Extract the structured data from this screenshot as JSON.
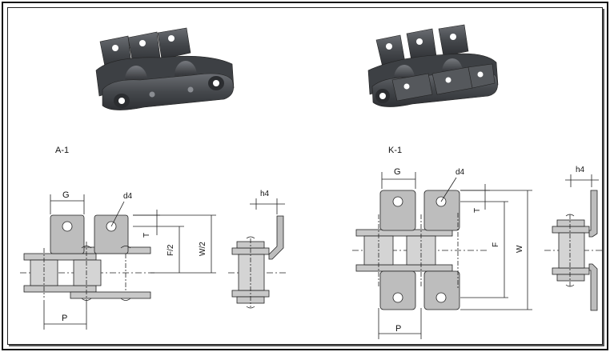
{
  "type_a": {
    "label": "A-1",
    "dims": {
      "g": "G",
      "d4": "d4",
      "t": "T",
      "f_half": "F/2",
      "w_half": "W/2",
      "h4": "h4",
      "p": "P"
    }
  },
  "type_k": {
    "label": "K-1",
    "dims": {
      "g": "G",
      "d4": "d4",
      "t": "T",
      "f": "F",
      "w": "W",
      "h4": "h4",
      "p": "P"
    }
  },
  "colors": {
    "plate": "#b8b8b8",
    "roller": "#d0d0d0",
    "metal_dark": "#4a4c50",
    "line": "#222222"
  }
}
